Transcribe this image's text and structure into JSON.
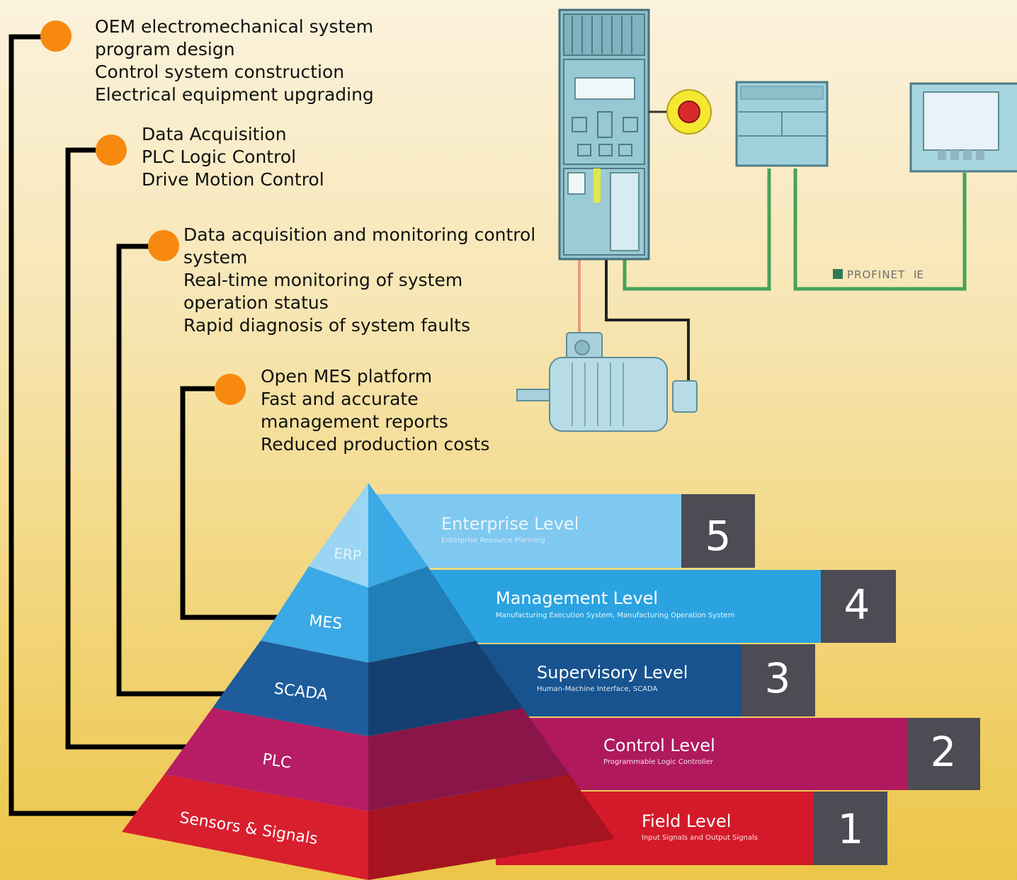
{
  "features": [
    {
      "lines": [
        "OEM electromechanical system",
        "program design",
        "Control system construction",
        "Electrical equipment upgrading"
      ]
    },
    {
      "lines": [
        "Data Acquisition",
        "PLC Logic Control",
        "Drive Motion Control"
      ]
    },
    {
      "lines": [
        "Data acquisition and monitoring control",
        "system",
        "Real-time monitoring of system",
        "operation status",
        "Rapid diagnosis of system faults"
      ]
    },
    {
      "lines": [
        "Open MES platform",
        "Fast and accurate",
        "management reports",
        "Reduced production costs"
      ]
    }
  ],
  "pyramid": {
    "tiers": [
      {
        "label": "ERP",
        "level": "Enterprise Level",
        "sub": "Enterprise Resource Planning",
        "num": "5",
        "color": "#7fc8ef"
      },
      {
        "label": "MES",
        "level": "Management Level",
        "sub": "Manufacturing Execution System, Manufacturing Operation System",
        "num": "4",
        "color": "#2ba3e0"
      },
      {
        "label": "SCADA",
        "level": "Supervisory Level",
        "sub": "Human-Machine Interface, SCADA",
        "num": "3",
        "color": "#17538f"
      },
      {
        "label": "PLC",
        "level": "Control Level",
        "sub": "Programmable Logic Controller",
        "num": "2",
        "color": "#b0195e"
      },
      {
        "label": "Sensors & Signals",
        "level": "Field Level",
        "sub": "Input Signals and Output Signals",
        "num": "1",
        "color": "#d41a2a"
      }
    ]
  },
  "network": {
    "profinet": "PROFINET"
  },
  "colors": {
    "bullet": "#f7890f",
    "connector": "#000000",
    "numbox": "#4c4c54",
    "network": "#47a25a"
  }
}
